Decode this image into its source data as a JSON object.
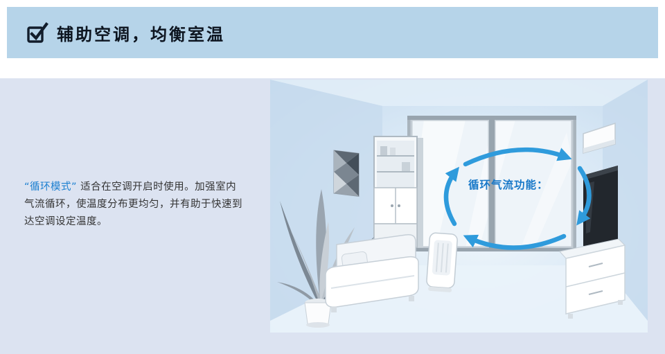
{
  "header": {
    "title": "辅助空调，均衡室温"
  },
  "content": {
    "paragraph": {
      "highlight": "“循环模式”",
      "body": " 适合在空调开启时使用。加强室内气流循环，使温度分布更均匀，并有助于快速到达空调设定温度。"
    },
    "illustration": {
      "airflow_label": "循环气流功能："
    }
  },
  "icons": {
    "header_icon": "checkbox-check-icon"
  },
  "colors": {
    "header_bg": "#b6d4e9",
    "content_bg": "#dce3f1",
    "room_bg": "#d3e4f4",
    "accent_blue": "#1b7fd0",
    "arrow_blue": "#2f9bdc",
    "title_color": "#0d1520",
    "body_text": "#333333"
  }
}
